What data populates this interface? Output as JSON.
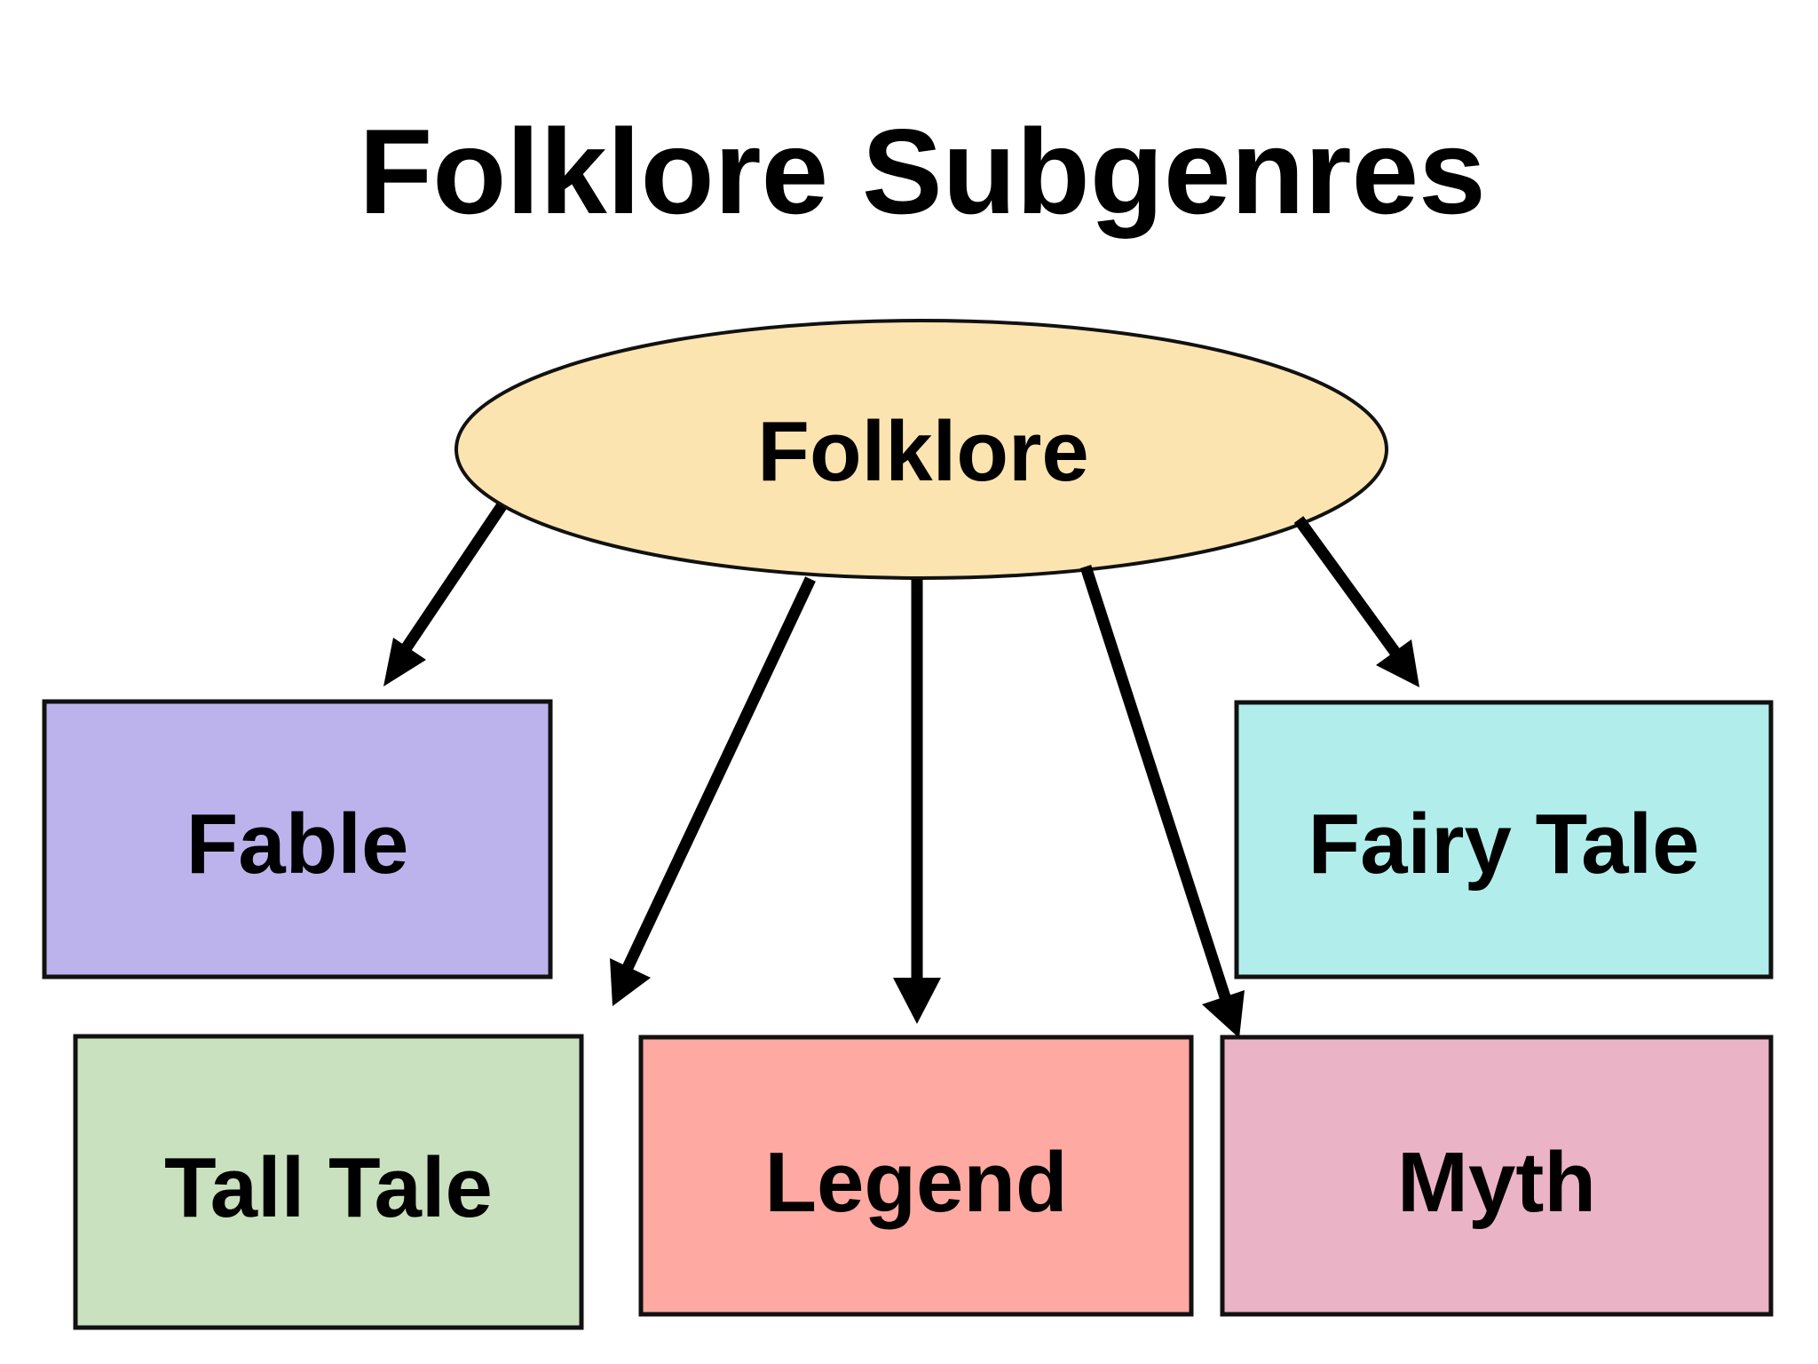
{
  "diagram": {
    "title": "Folklore Subgenres",
    "root": {
      "label": "Folklore",
      "color": "#fce4b0"
    },
    "nodes": [
      {
        "id": "fable",
        "label": "Fable",
        "color": "#bcb3ed"
      },
      {
        "id": "fairy-tale",
        "label": "Fairy Tale",
        "color": "#b1eeeb"
      },
      {
        "id": "tall-tale",
        "label": "Tall Tale",
        "color": "#cae1c0"
      },
      {
        "id": "legend",
        "label": "Legend",
        "color": "#fea9a2"
      },
      {
        "id": "myth",
        "label": "Myth",
        "color": "#ebb3c6"
      }
    ],
    "edges": [
      {
        "from": "Folklore",
        "to": "Fable"
      },
      {
        "from": "Folklore",
        "to": "Tall Tale"
      },
      {
        "from": "Folklore",
        "to": "Legend"
      },
      {
        "from": "Folklore",
        "to": "Myth"
      },
      {
        "from": "Folklore",
        "to": "Fairy Tale"
      }
    ]
  }
}
